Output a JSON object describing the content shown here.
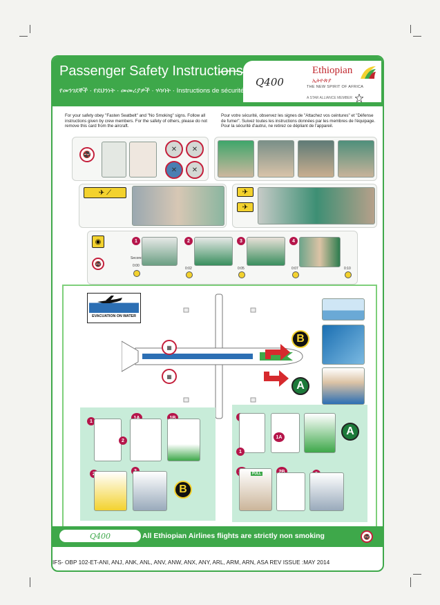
{
  "header": {
    "title": "Passenger Safety Instructions",
    "subtitle": "የመንገደኞች · የደህንነት · መመሪያዎች · ሃሳባት · Instructions de sécurité",
    "aircraft_model": "Q400",
    "logo_name": "Ethiopian",
    "logo_amharic": "ኢትዮጵያ",
    "tagline": "THE NEW SPIRIT OF AFRICA",
    "alliance": "A STAR ALLIANCE MEMBER"
  },
  "intro": {
    "english": "For your safety obey \"Fasten Seatbelt\" and \"No Smoking\" signs. Follow all instructions given by crew members. For the safety of others, please do not remove this card from the aircraft.",
    "french": "Pour votre sécurité, observez les signes de \"Attachez vos ceintures\" et \"Défense de fumer\". Suivez toutes les instructions données par les membres de l'équipage. Pour la sécurité d'autrui, ne retirez ce dépliant de l'appareil."
  },
  "oxygen": {
    "seconds_label": "Seconds",
    "steps": [
      "1",
      "2",
      "3",
      "4"
    ],
    "times": [
      "0:00",
      "0:02",
      "0:05",
      "0:07",
      "0:10"
    ]
  },
  "evacuation": {
    "water_label": "EVACUATION ON WATER",
    "exit_a": "A",
    "exit_b": "B",
    "door_b_steps": [
      "1",
      "1A",
      "1B",
      "2",
      "2",
      "3"
    ],
    "door_a_steps": [
      "2",
      "1",
      "1A",
      "1B",
      "2A",
      "2B",
      "3"
    ],
    "pull_label": "PULL"
  },
  "footer": {
    "model": "Q400",
    "message": "All Ethiopian Airlines flights are strictly non smoking"
  },
  "identifier": "IFS- OBP 102-ET-ANI, ANJ, ANK, ANL, ANV, ANW, ANX, ANY, ARL, ARM, ARN, ASA REV ISSUE :MAY 2014",
  "colors": {
    "brand_green": "#3ea84a",
    "accent_red": "#c0262d",
    "step_magenta": "#b5154a",
    "sign_yellow": "#f3d22e",
    "mint": "#c8ecd9"
  }
}
